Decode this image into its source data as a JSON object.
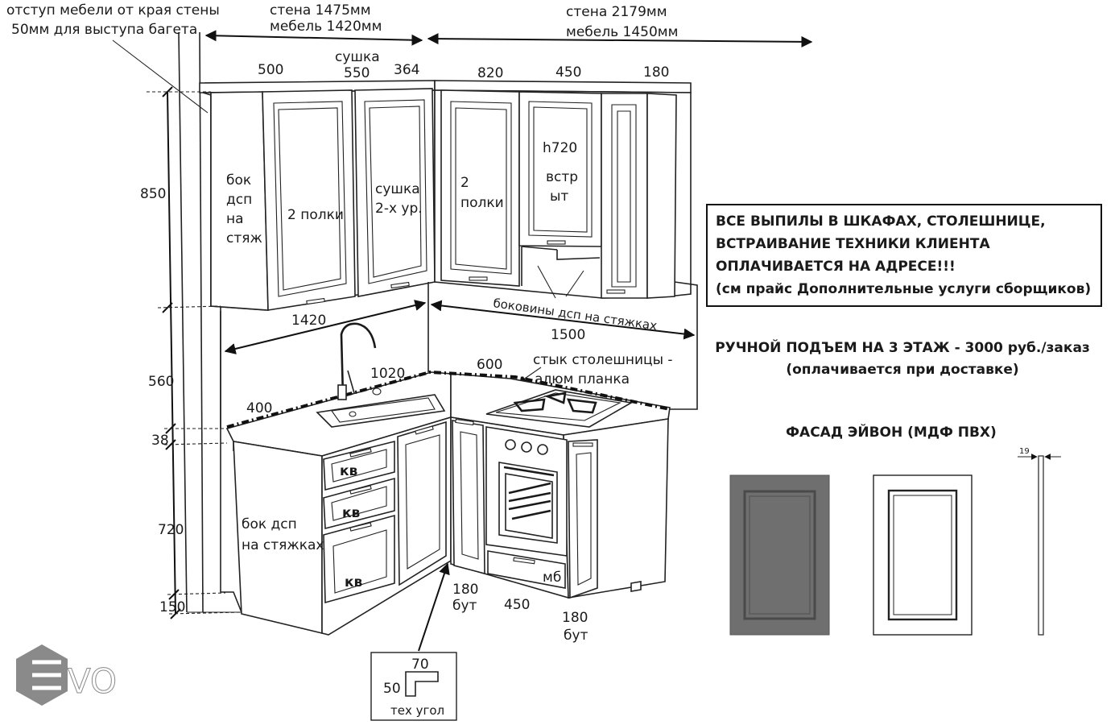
{
  "labels": {
    "indent_note_1": "отступ мебели от края стены",
    "indent_note_2": "50мм для выступа багета",
    "wall_left_1": "стена 1475мм",
    "wall_left_2": "мебель 1420мм",
    "wall_right_1": "стена 2179мм",
    "wall_right_2": "мебель 1450мм",
    "w500": "500",
    "sushka": "сушка",
    "w550": "550",
    "w364": "364",
    "w820": "820",
    "w450_top": "450",
    "w180_top": "180",
    "h850": "850",
    "bok_1": "бок",
    "bok_2": "дсп",
    "bok_3": "на",
    "bok_4": "стяж",
    "polki_left": "2 полки",
    "sushka_1": "сушка",
    "sushka_2": "2-х ур.",
    "polki_right_1": "2",
    "polki_right_2": "полки",
    "h720_top": "h720",
    "vstr_1": "встр",
    "vstr_2": "ыт",
    "bokoviny": "боковины дсп на стяжках",
    "w1420": "1420",
    "w1500": "1500",
    "h560": "560",
    "w1020": "1020",
    "w600": "600",
    "joint_1": "стык столешницы -",
    "joint_2": "алюм планка",
    "w400": "400",
    "h38": "38",
    "h720": "720",
    "bok_bottom_1": "бок дсп",
    "bok_bottom_2": "на стяжках",
    "h150": "150",
    "kv1": "кв",
    "kv2": "кв",
    "kv3": "кв",
    "mb": "мб",
    "w180_but_1a": "180",
    "w180_but_1b": "бут",
    "w450_bottom": "450",
    "w180_but_2a": "180",
    "w180_but_2b": "бут",
    "corner_70": "70",
    "corner_50": "50",
    "corner_label": "тех угол",
    "logo_text": "VO"
  },
  "notice": {
    "line1": "ВСЕ ВЫПИЛЫ В ШКАФАХ, СТОЛЕШНИЦЕ,",
    "line2": "ВСТРАИВАНИЕ ТЕХНИКИ КЛИЕНТА",
    "line3": "ОПЛАЧИВАЕТСЯ НА АДРЕСЕ!!!",
    "line4": "(см прайс Дополнительные услуги сборщиков)"
  },
  "lift": {
    "line1": "РУЧНОЙ ПОДЪЕМ НА 3 ЭТАЖ - 3000 руб./заказ",
    "line2": "(оплачивается при доставке)"
  },
  "facade": {
    "title": "ФАСАД ЭЙВОН (МДФ ПВХ)",
    "thickness": "19"
  },
  "colors": {
    "facade_gray": "#6f6f6f",
    "logo_gray": "#8a8a8a",
    "ink": "#1a1a1a"
  }
}
